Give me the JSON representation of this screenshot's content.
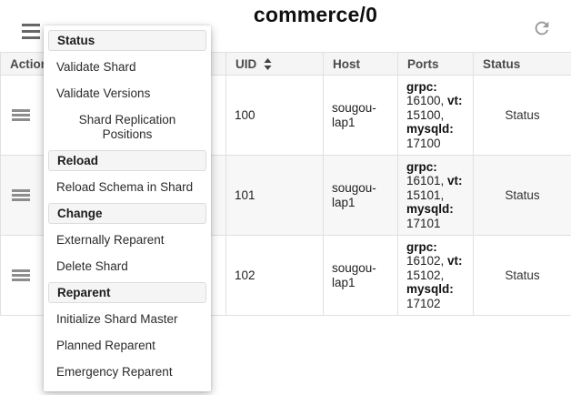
{
  "header": {
    "title": "commerce/0",
    "menu_button_icon": "hamburger-icon",
    "refresh_icon": "refresh-icon"
  },
  "menu": {
    "sections": [
      {
        "header": "Status",
        "items": [
          {
            "label": "Validate Shard"
          },
          {
            "label": "Validate Versions"
          },
          {
            "label": "Shard Replication Positions",
            "centered": true
          }
        ]
      },
      {
        "header": "Reload",
        "items": [
          {
            "label": "Reload Schema in Shard"
          }
        ]
      },
      {
        "header": "Change",
        "items": [
          {
            "label": "Externally Reparent"
          },
          {
            "label": "Delete Shard"
          }
        ]
      },
      {
        "header": "Reparent",
        "items": [
          {
            "label": "Initialize Shard Master"
          },
          {
            "label": "Planned Reparent"
          },
          {
            "label": "Emergency Reparent"
          }
        ]
      }
    ]
  },
  "table": {
    "columns": [
      {
        "key": "actions",
        "label": "Actions"
      },
      {
        "key": "uid",
        "label": "UID",
        "sortable": true
      },
      {
        "key": "host",
        "label": "Host"
      },
      {
        "key": "ports",
        "label": "Ports"
      },
      {
        "key": "status",
        "label": "Status"
      }
    ],
    "rows": [
      {
        "uid": "100",
        "host": "sougou-lap1",
        "ports": [
          {
            "label": "grpc",
            "value": "16100"
          },
          {
            "label": "vt",
            "value": "15100"
          },
          {
            "label": "mysqld",
            "value": "17100"
          }
        ],
        "status_label": "Status"
      },
      {
        "uid": "101",
        "host": "sougou-lap1",
        "ports": [
          {
            "label": "grpc",
            "value": "16101"
          },
          {
            "label": "vt",
            "value": "15101"
          },
          {
            "label": "mysqld",
            "value": "17101"
          }
        ],
        "status_label": "Status"
      },
      {
        "uid": "102",
        "host": "sougou-lap1",
        "ports": [
          {
            "label": "grpc",
            "value": "16102"
          },
          {
            "label": "vt",
            "value": "15102"
          },
          {
            "label": "mysqld",
            "value": "17102"
          }
        ],
        "status_label": "Status"
      }
    ]
  },
  "colors": {
    "table_header_bg": "#f5f5f5",
    "menu_header_bg": "#f5f5f5",
    "border": "#e0e0e0",
    "striped_row_bg": "#f7f7f7",
    "icon_gray": "#8d8d8d"
  }
}
